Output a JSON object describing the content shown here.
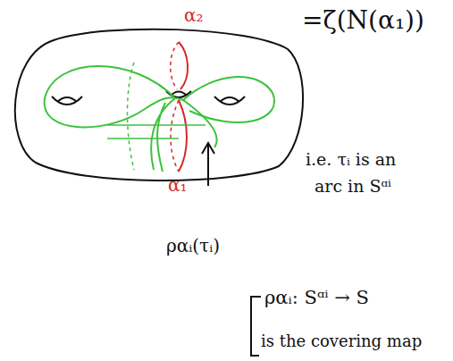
{
  "diagram": {
    "labels": [
      "α₂",
      "α₁",
      "=ζ(N(α₁))",
      "i.e. τᵢ is an",
      "arc in Sᵅⁱ",
      "ραᵢ(τᵢ)",
      "ραᵢ: Sᵅⁱ → S",
      "is the covering map"
    ]
  }
}
